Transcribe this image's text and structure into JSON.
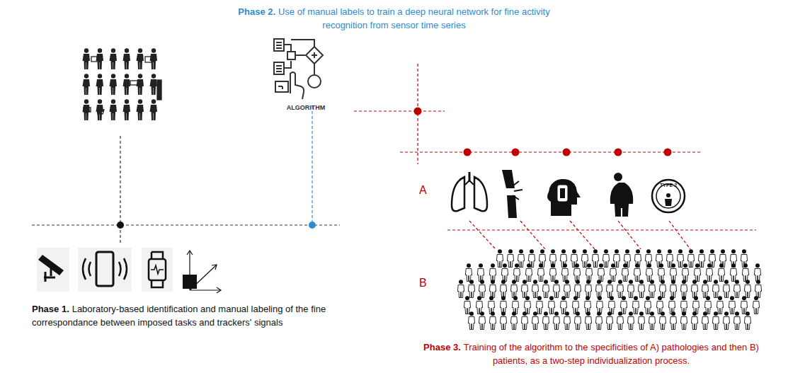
{
  "diagram": {
    "labels": [
      "Phase 2.",
      "Use of manual labels to train a deep neural network for fine activity recognition from sensor time series",
      "ALGORITHM",
      "A",
      "B",
      "TYPE 2",
      "Phase 1.",
      "Laboratory-based identification and manual labeling of the fine correspondance between imposed tasks and trackers' signals",
      "Phase 3.",
      "Training of the algorithm to the specificities of A) pathologies and then B) patients, as a two-step individualization process."
    ]
  }
}
